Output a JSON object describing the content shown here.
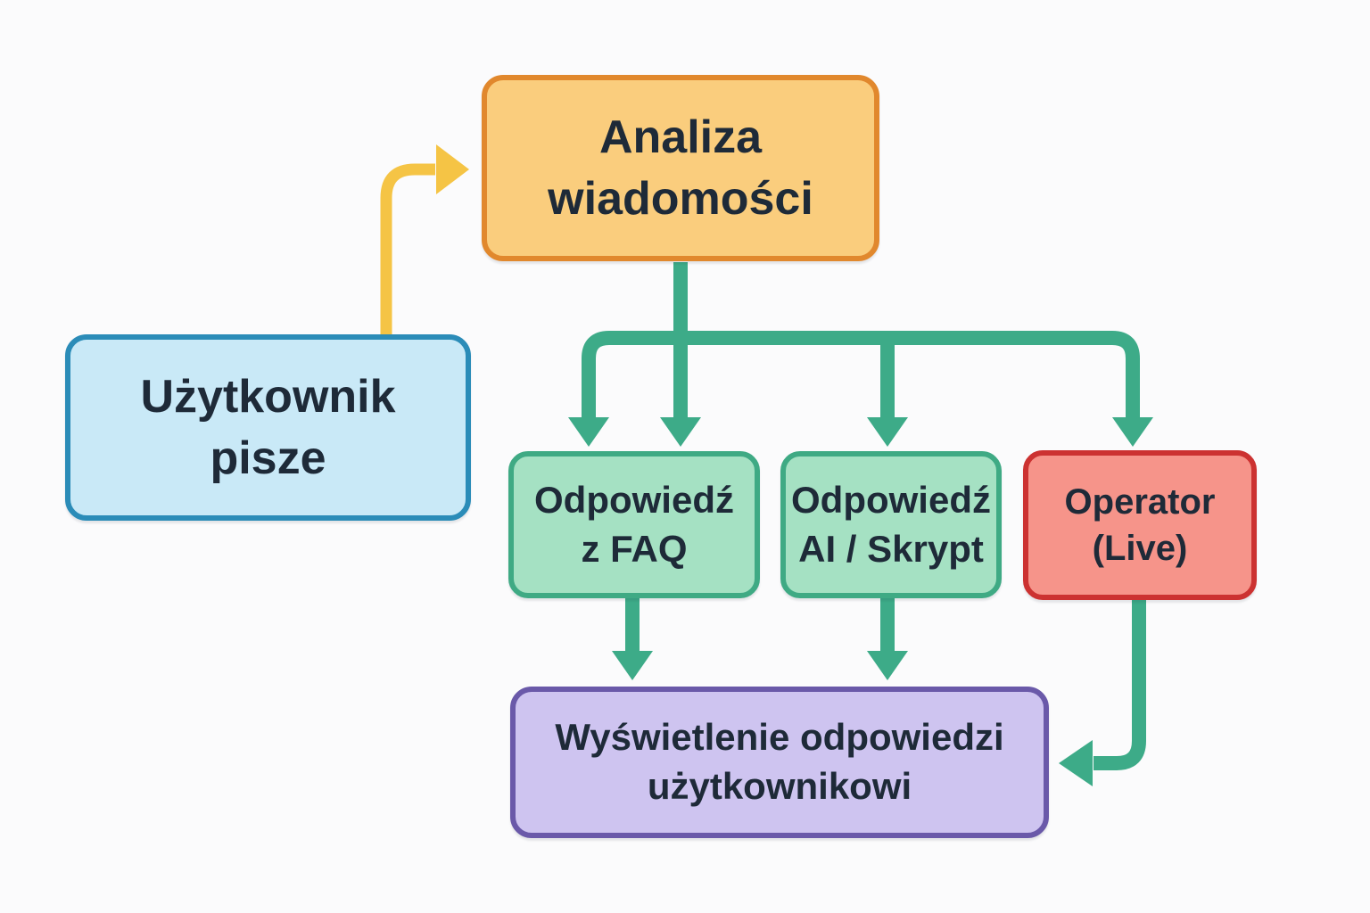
{
  "palette": {
    "background": "#FBFBFC",
    "text": "#1E2A38",
    "arrow_green": "#3DAB88",
    "arrow_yellow": "#F5C445"
  },
  "nodes": {
    "user": {
      "lines": [
        "Użytkownik",
        "pisze"
      ],
      "fill": "#C9E9F7",
      "border": "#2B8CB8"
    },
    "analysis": {
      "lines": [
        "Analiza",
        "wiadomości"
      ],
      "fill": "#FACD7D",
      "border": "#E1882D"
    },
    "faq": {
      "lines": [
        "Odpowiedź",
        "z FAQ"
      ],
      "fill": "#A5E1C3",
      "border": "#3FAA84"
    },
    "ai": {
      "lines": [
        "Odpowiedź",
        "AI / Skrypt"
      ],
      "fill": "#A5E1C3",
      "border": "#3FAA84"
    },
    "operator": {
      "lines": [
        "Operator",
        "(Live)"
      ],
      "fill": "#F6948A",
      "border": "#CC3231"
    },
    "display": {
      "lines": [
        "Wyświetlenie odpowiedzi",
        "użytkownikowi"
      ],
      "fill": "#CEC4F0",
      "border": "#6A59A9"
    }
  }
}
